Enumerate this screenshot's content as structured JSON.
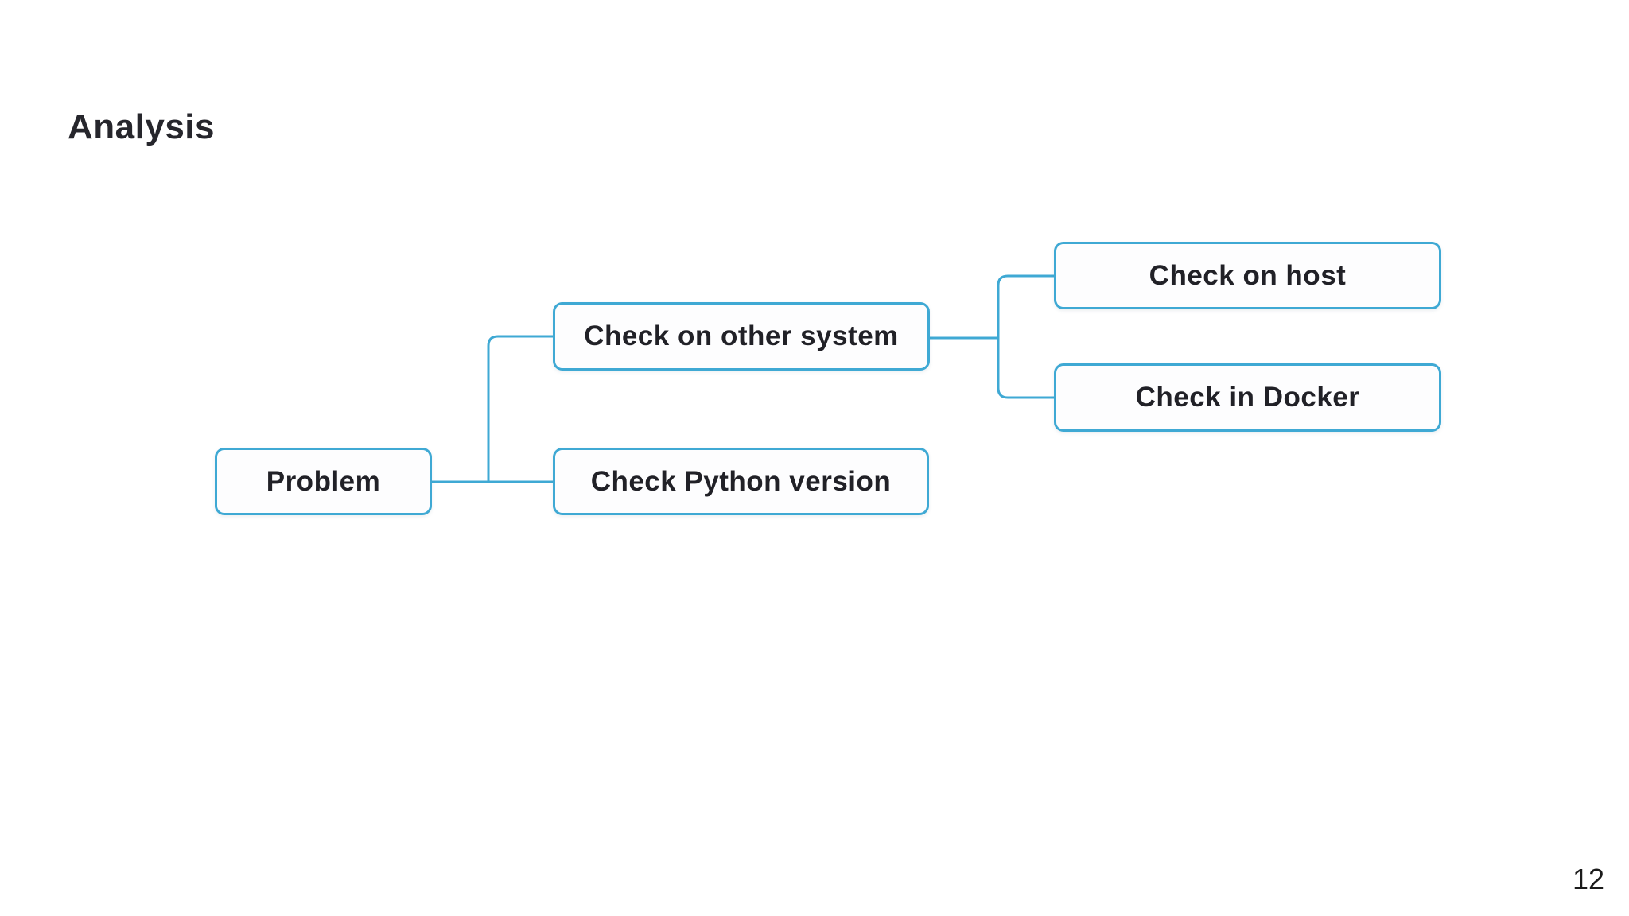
{
  "slide": {
    "title": "Analysis",
    "page_number": "12"
  },
  "diagram": {
    "type": "tree-flowchart",
    "orientation": "left-to-right",
    "nodes": [
      {
        "id": "problem",
        "label": "Problem"
      },
      {
        "id": "other-system",
        "label": "Check on other system"
      },
      {
        "id": "python-version",
        "label": "Check Python version"
      },
      {
        "id": "host",
        "label": "Check on host"
      },
      {
        "id": "docker",
        "label": "Check in Docker"
      }
    ],
    "edges": [
      {
        "from": "problem",
        "to": "other-system"
      },
      {
        "from": "problem",
        "to": "python-version"
      },
      {
        "from": "other-system",
        "to": "host"
      },
      {
        "from": "other-system",
        "to": "docker"
      }
    ],
    "colors": {
      "line": "#3fa9d4",
      "box_fill": "#fdfdfe",
      "box_text": "#212127",
      "title_text": "#26262c",
      "background": "#ffffff"
    }
  }
}
